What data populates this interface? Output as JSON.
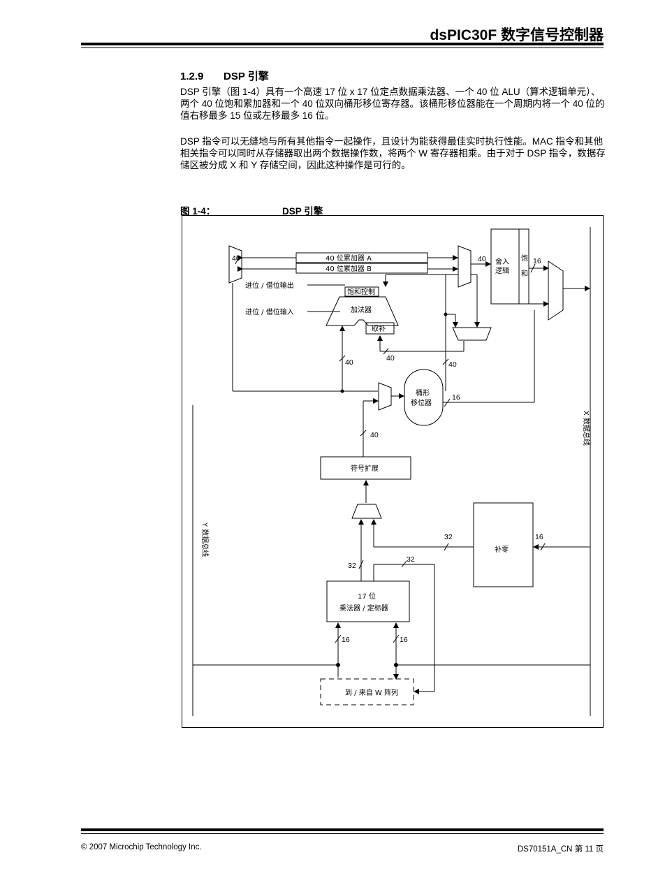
{
  "header": {
    "title": "dsPIC30F 数字信号控制器"
  },
  "section": {
    "number": "1.2.9",
    "title": "DSP 引擎"
  },
  "paragraphs": [
    "DSP 引擎（图 1-4）具有一个高速 17 位 x 17 位定点数据乘法器、一个 40 位 ALU（算术逻辑单元）、两个 40 位饱和累加器和一个 40 位双向桶形移位寄存器。该桶形移位器能在一个周期内将一个 40 位的值右移最多 15 位或左移最多 16 位。",
    "DSP 指令可以无缝地与所有其他指令一起操作，且设计为能获得最佳实时执行性能。MAC 指令和其他相关指令可以同时从存储器取出两个数据操作数，将两个 W 寄存器相乘。由于对于 DSP 指令，数据存储区被分成 X 和 Y 存储空间，因此这种操作是可行的。"
  ],
  "figure": {
    "caption_label": "图 1-4：",
    "caption_title": "DSP 引擎",
    "labels": {
      "accA": "40 位累加器 A",
      "accB": "40 位累加器 B",
      "carry_out": "进位 / 借位输出",
      "carry_in": "进位 / 借位输入",
      "sat_ctrl": "饱和控制",
      "adder": "加法器",
      "negate": "取补",
      "round1": "舍入",
      "round2": "逻辑",
      "sat1": "饱",
      "sat2": "和",
      "barrel1": "桶形",
      "barrel2": "移位器",
      "sign_ext": "符号扩展",
      "zero_pad": "补零",
      "mult1": "17 位",
      "mult2": "乘法器 / 定标器",
      "w_array": "到 / 来自 W 阵列",
      "x_bus": "X 数据总线",
      "y_bus": "Y 数据总线",
      "n40": "40",
      "n16": "16",
      "n32": "32"
    }
  },
  "footer": {
    "copyright": "© 2007 Microchip Technology Inc.",
    "doc_number": "DS70151A_CN 第 11 页"
  }
}
